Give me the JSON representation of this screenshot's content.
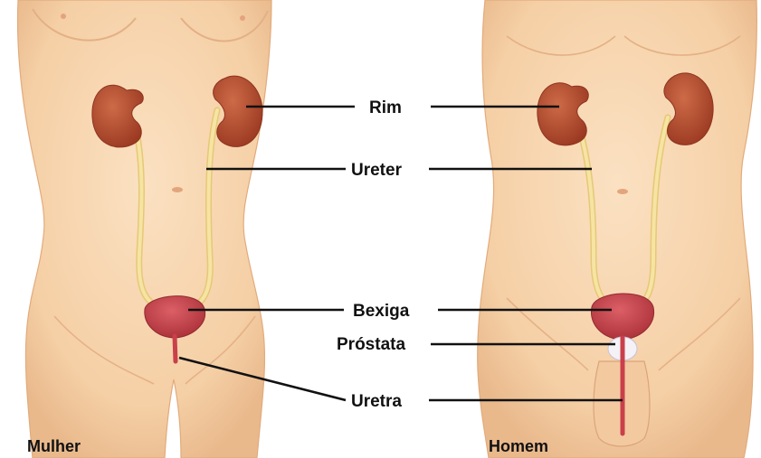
{
  "figures": {
    "left_caption": "Mulher",
    "right_caption": "Homem"
  },
  "labels": {
    "kidney": "Rim",
    "ureter": "Ureter",
    "bladder": "Bexiga",
    "prostate": "Próstata",
    "urethra": "Uretra"
  },
  "colors": {
    "skin": "#f7d3ad",
    "skin_shadow": "#e8b88b",
    "kidney": "#b5482e",
    "ureter": "#f2dc8c",
    "bladder": "#c9404a",
    "prostate": "#f4f1f7",
    "leader_line": "#111111"
  }
}
